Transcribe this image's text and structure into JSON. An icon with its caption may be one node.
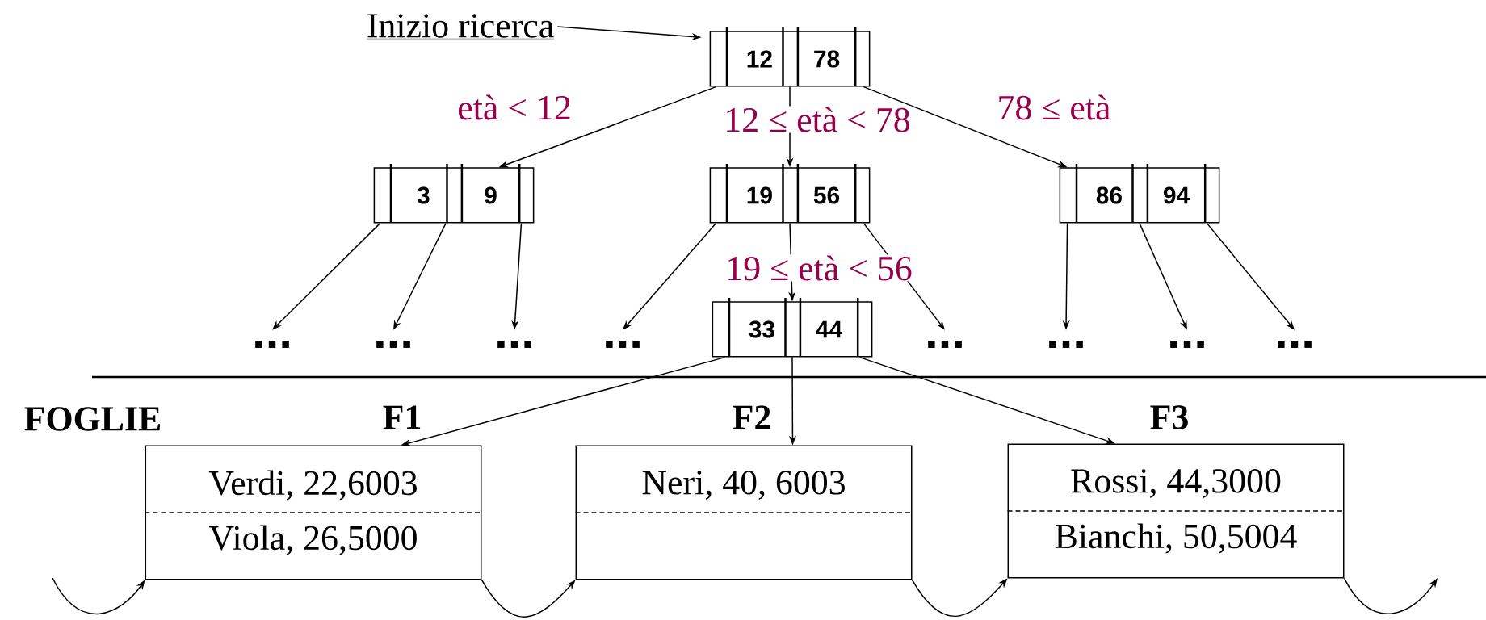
{
  "diagram": {
    "nodes": [
      {
        "text": [
          "Inizio ricerca"
        ]
      },
      {
        "text": [
          "12",
          "78"
        ]
      },
      {
        "text": [
          "3",
          "9"
        ]
      },
      {
        "text": [
          "19",
          "56"
        ]
      },
      {
        "text": [
          "86",
          "94"
        ]
      },
      {
        "text": [
          "..."
        ]
      },
      {
        "text": [
          "..."
        ]
      },
      {
        "text": [
          "..."
        ]
      },
      {
        "text": [
          "..."
        ]
      },
      {
        "text": [
          "33",
          "44"
        ]
      },
      {
        "text": [
          "..."
        ]
      },
      {
        "text": [
          "..."
        ]
      },
      {
        "text": [
          "..."
        ]
      },
      {
        "text": [
          "..."
        ]
      },
      {
        "text": [
          "Verdi, 22,6003",
          "Viola, 26,5000"
        ],
        "beside": [
          "F1"
        ]
      },
      {
        "text": [
          "Neri, 40, 6003"
        ],
        "beside": [
          "F2"
        ]
      },
      {
        "text": [
          "Rossi, 44,3000",
          "Bianchi, 50,5004"
        ],
        "beside": [
          "F3"
        ]
      }
    ],
    "edges": [
      {
        "from": 0,
        "to": 1,
        "arrow": "to"
      },
      {
        "from": 1,
        "to": 2,
        "arrow": "to",
        "label": "età < 12"
      },
      {
        "from": 1,
        "to": 3,
        "arrow": "to",
        "label": "12 ≤ età < 78"
      },
      {
        "from": 1,
        "to": 4,
        "arrow": "to",
        "label": "78 ≤ età"
      },
      {
        "from": 2,
        "to": 5,
        "arrow": "to"
      },
      {
        "from": 2,
        "to": 6,
        "arrow": "to"
      },
      {
        "from": 2,
        "to": 7,
        "arrow": "to"
      },
      {
        "from": 3,
        "to": 8,
        "arrow": "to"
      },
      {
        "from": 3,
        "to": 9,
        "arrow": "to",
        "label": "19 ≤ età < 56"
      },
      {
        "from": 3,
        "to": 10,
        "arrow": "to"
      },
      {
        "from": 4,
        "to": 11,
        "arrow": "to"
      },
      {
        "from": 4,
        "to": 12,
        "arrow": "to"
      },
      {
        "from": 4,
        "to": 13,
        "arrow": "to"
      },
      {
        "from": 9,
        "to": 14,
        "arrow": "to"
      },
      {
        "from": 9,
        "to": 15,
        "arrow": "to"
      },
      {
        "from": 9,
        "to": 16,
        "arrow": "to"
      },
      {
        "from": null,
        "to": 14,
        "arrow": "to"
      },
      {
        "from": 14,
        "to": 15,
        "arrow": "to"
      },
      {
        "from": 15,
        "to": 16,
        "arrow": "to"
      },
      {
        "from": 16,
        "to": null,
        "arrow": "to"
      }
    ],
    "labels": [
      "FOGLIE"
    ]
  }
}
